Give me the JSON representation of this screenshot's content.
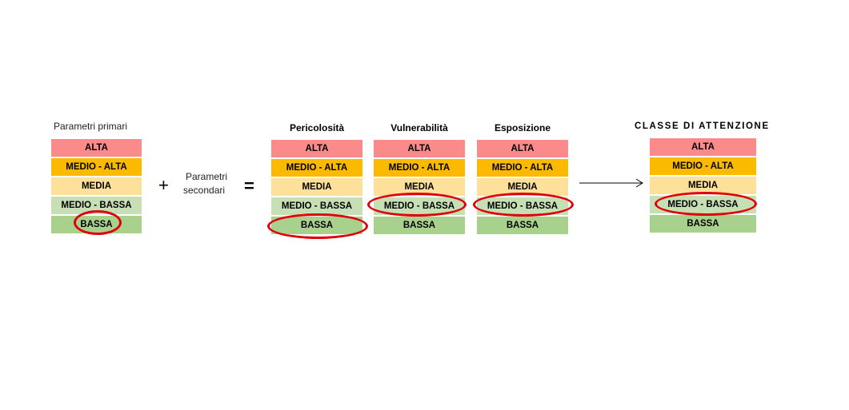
{
  "levels": [
    "ALTA",
    "MEDIO - ALTA",
    "MEDIA",
    "MEDIO - BASSA",
    "BASSA"
  ],
  "colors": {
    "alta": "#fb8b8b",
    "medio_alta": "#fbba00",
    "media": "#fde19a",
    "medio_bassa": "#c6dfb4",
    "bassa": "#a9d18e",
    "highlight": "#e0000a"
  },
  "primary": {
    "caption": "Parametri primari",
    "selected": "BASSA"
  },
  "operators": {
    "plus": "+",
    "equals": "="
  },
  "secondary": {
    "caption_line1": "Parametri",
    "caption_line2": "secondari"
  },
  "factors": [
    {
      "caption": "Pericolosità",
      "selected": "BASSA"
    },
    {
      "caption": "Vulnerabilità",
      "selected": "MEDIO - BASSA"
    },
    {
      "caption": "Esposizione",
      "selected": "MEDIO - BASSA"
    }
  ],
  "result": {
    "caption": "CLASSE DI ATTENZIONE",
    "selected": "MEDIO - BASSA"
  },
  "icons": {
    "arrow": "right-arrow-icon"
  }
}
